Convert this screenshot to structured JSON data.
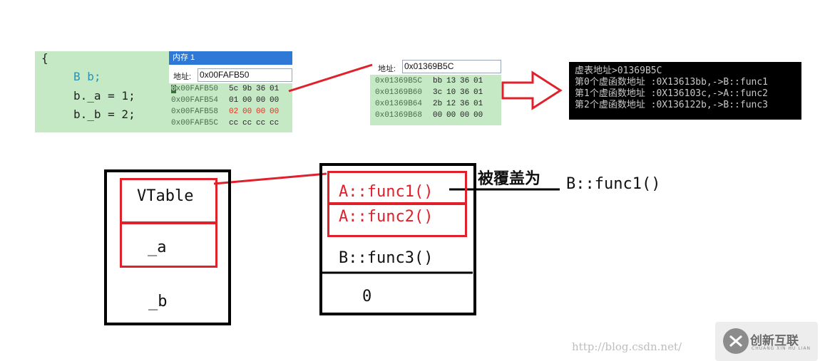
{
  "code": {
    "lines": [
      "{",
      "B b;",
      "b._a = 1;",
      "b._b = 2;"
    ]
  },
  "memory1": {
    "title": "内存 1",
    "address_label": "地址:",
    "address_value": "0x00FAFB50",
    "rows": [
      {
        "addr": "0x00FAFB50",
        "bytes": [
          "5c",
          "9b",
          "36",
          "01"
        ]
      },
      {
        "addr": "0x00FAFB54",
        "bytes": [
          "01",
          "00",
          "00",
          "00"
        ]
      },
      {
        "addr": "0x00FAFB58",
        "bytes": [
          "02",
          "00",
          "00",
          "00"
        ]
      },
      {
        "addr": "0x00FAFB5C",
        "bytes": [
          "cc",
          "cc",
          "cc",
          "cc"
        ]
      }
    ]
  },
  "memory2": {
    "address_label": "地址:",
    "address_value": "0x01369B5C",
    "rows": [
      {
        "addr": "0x01369B5C",
        "bytes": [
          "bb",
          "13",
          "36",
          "01"
        ]
      },
      {
        "addr": "0x01369B60",
        "bytes": [
          "3c",
          "10",
          "36",
          "01"
        ]
      },
      {
        "addr": "0x01369B64",
        "bytes": [
          "2b",
          "12",
          "36",
          "01"
        ]
      },
      {
        "addr": "0x01369B68",
        "bytes": [
          "00",
          "00",
          "00",
          "00"
        ]
      }
    ]
  },
  "console": {
    "lines": [
      "虚表地址>01369B5C",
      "第0个虚函数地址 :0X13613bb,->B::func1",
      "第1个虚函数地址 :0X136103c,->A::func2",
      "第2个虚函数地址 :0X136122b,->B::func3"
    ]
  },
  "object_layout": {
    "vtable": "VTable",
    "member_a": "_a",
    "member_b": "_b"
  },
  "vtable_layout": {
    "func1": "A::func1()",
    "func2": "A::func2()",
    "func3": "B::func3()",
    "terminator": "0"
  },
  "override": {
    "label": "被覆盖为",
    "target": "B::func1()"
  },
  "watermark": "http://blog.csdn.net/",
  "logo": {
    "name": "创新互联",
    "sub": "CHUANG XIN HU LIAN"
  },
  "colors": {
    "highlight_red": "#e0202a",
    "code_bg": "#c5e8c5",
    "console_bg": "#000000"
  }
}
